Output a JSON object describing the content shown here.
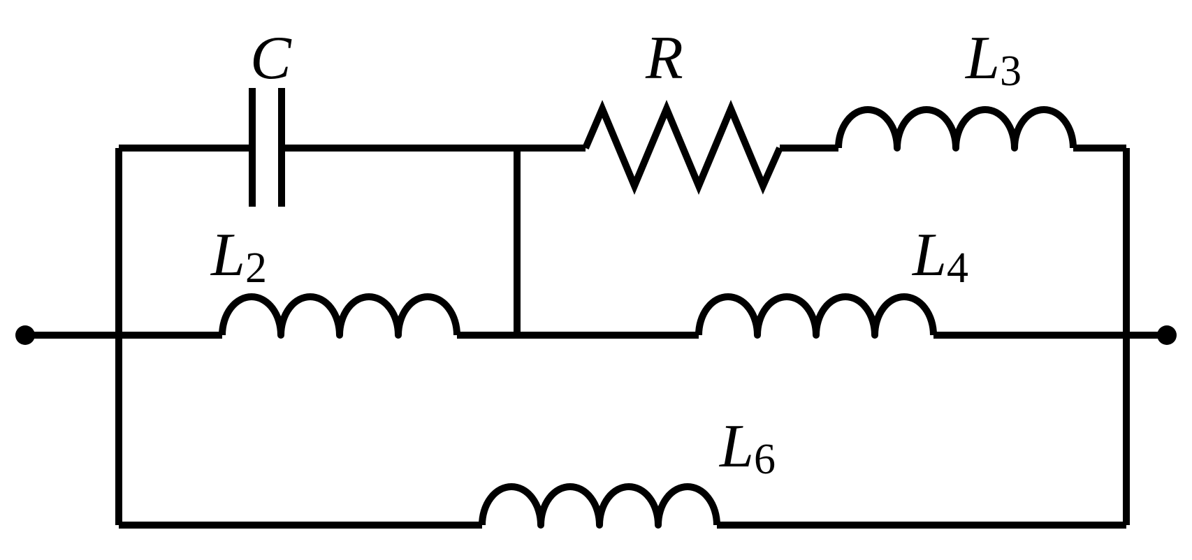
{
  "labels": {
    "capacitor": {
      "main": "C",
      "sub": ""
    },
    "resistor": {
      "main": "R",
      "sub": ""
    },
    "inductor_3": {
      "main": "L",
      "sub": "3"
    },
    "inductor_2": {
      "main": "L",
      "sub": "2"
    },
    "inductor_4": {
      "main": "L",
      "sub": "4"
    },
    "inductor_6": {
      "main": "L",
      "sub": "6"
    }
  }
}
